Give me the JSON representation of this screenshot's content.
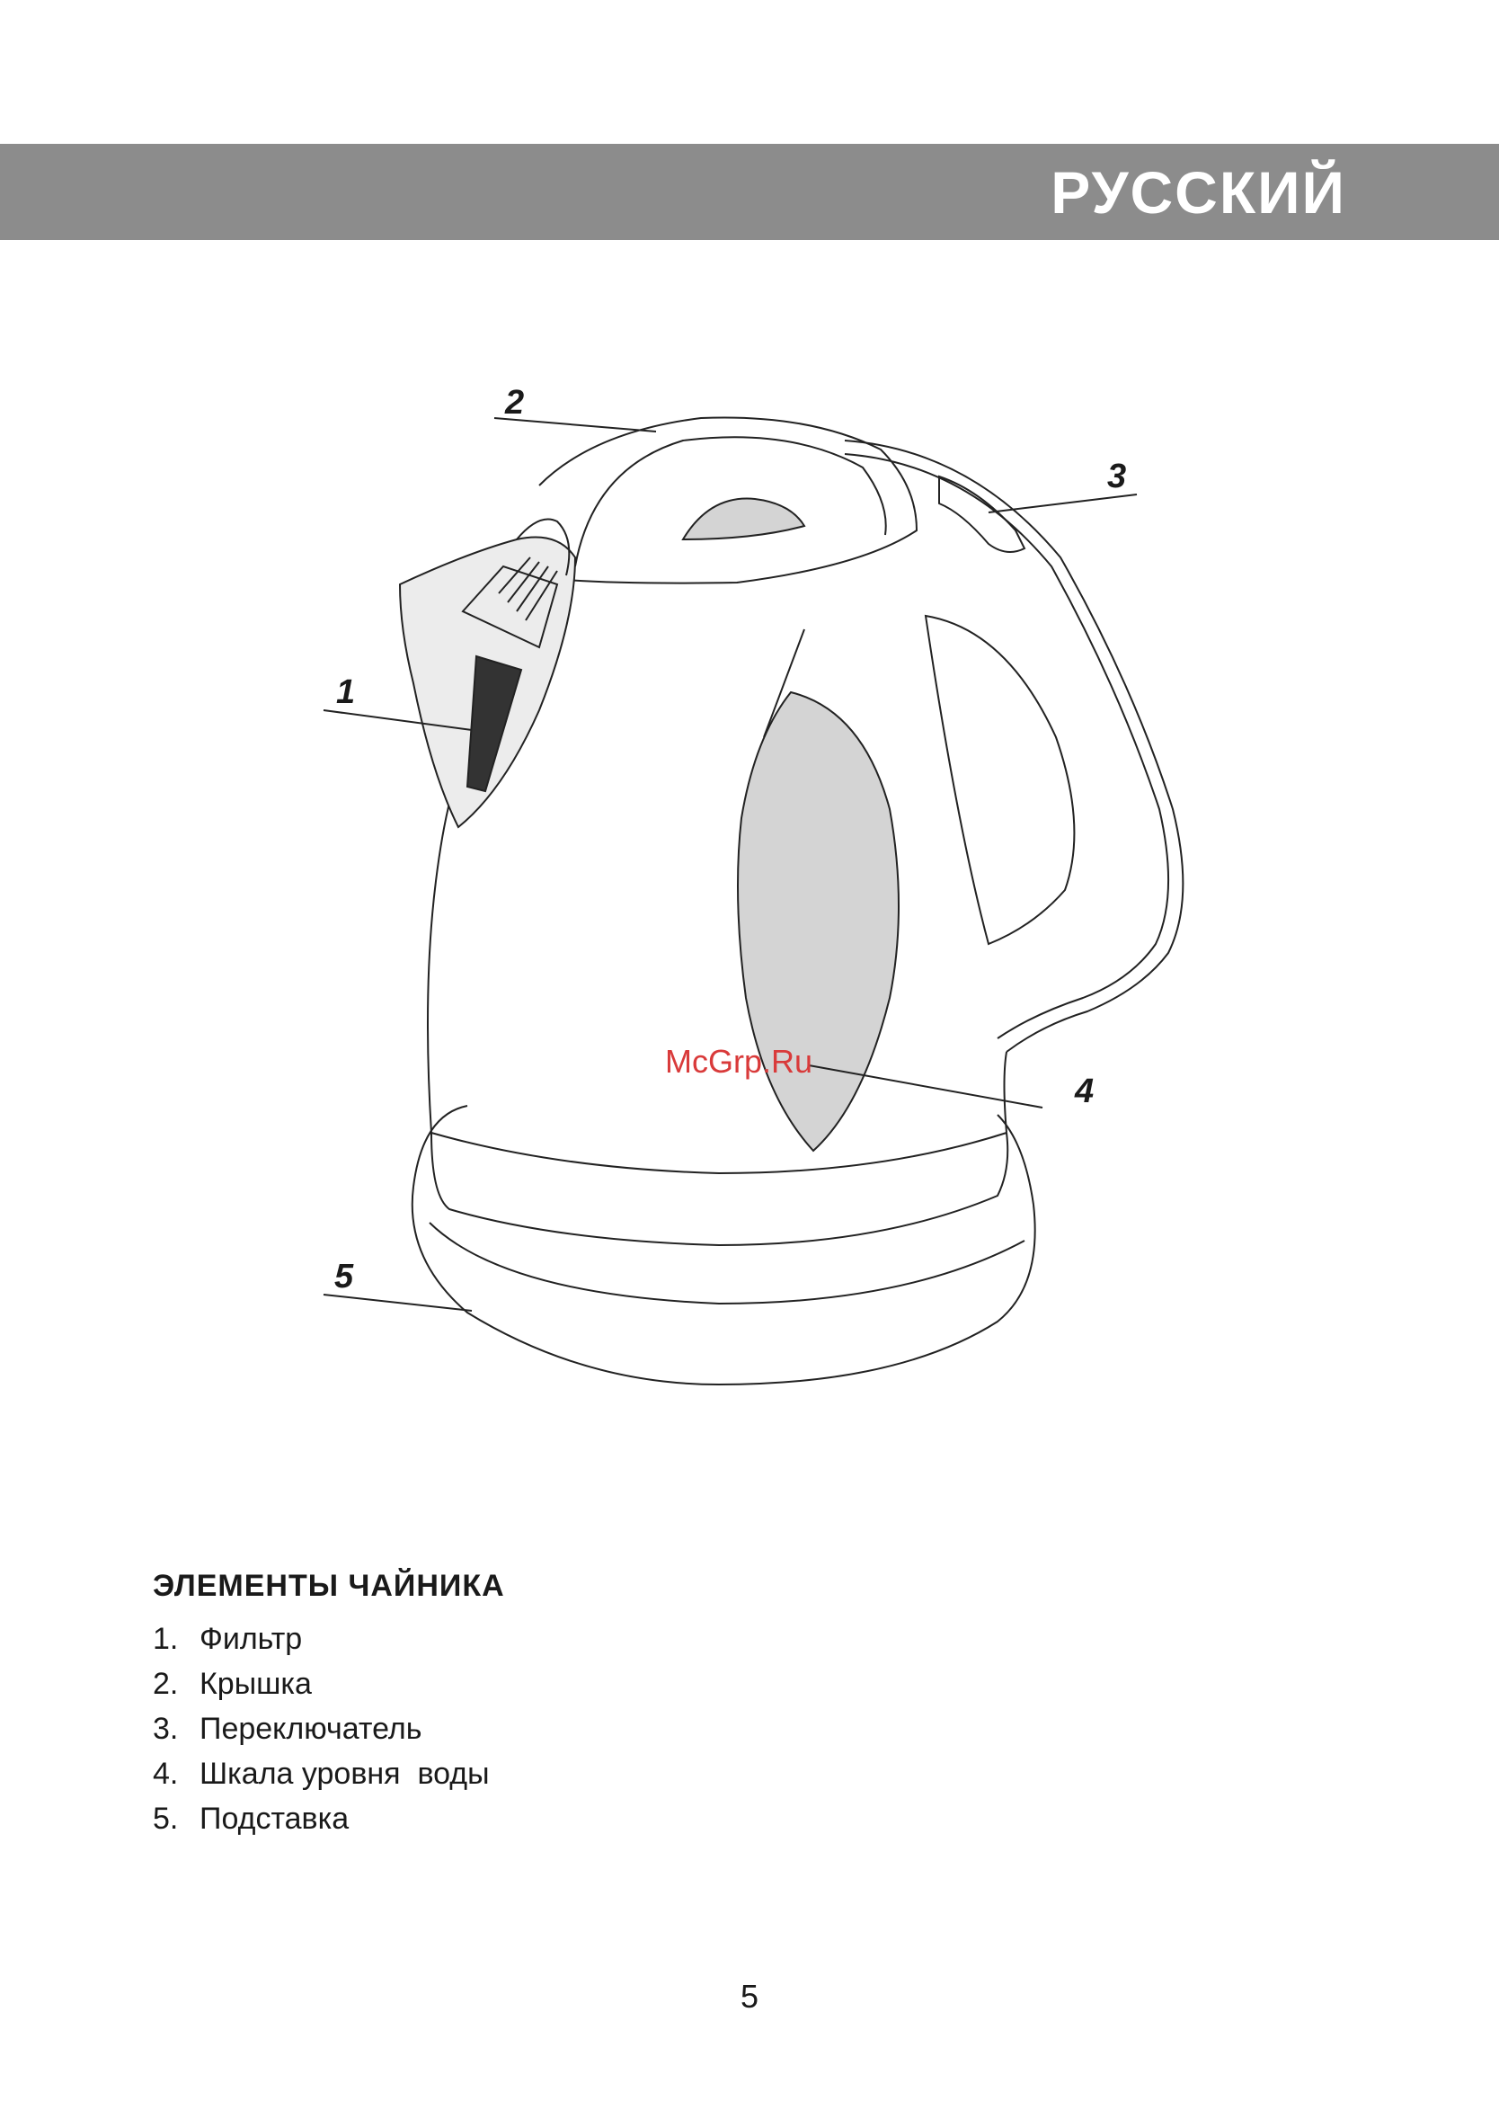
{
  "header": {
    "title": "РУССКИЙ"
  },
  "illustration": {
    "callouts": [
      "1",
      "2",
      "3",
      "4",
      "5"
    ],
    "watermark": "McGrp.Ru"
  },
  "parts": {
    "heading": "ЭЛЕМЕНТЫ ЧАЙНИКА",
    "items": [
      {
        "num": "1.",
        "label": "Фильтр"
      },
      {
        "num": "2.",
        "label": "Крышка"
      },
      {
        "num": "3.",
        "label": "Переключатель"
      },
      {
        "num": "4.",
        "label": "Шкала уровня  воды"
      },
      {
        "num": "5.",
        "label": "Подставка"
      }
    ]
  },
  "footer": {
    "page_number": "5"
  }
}
